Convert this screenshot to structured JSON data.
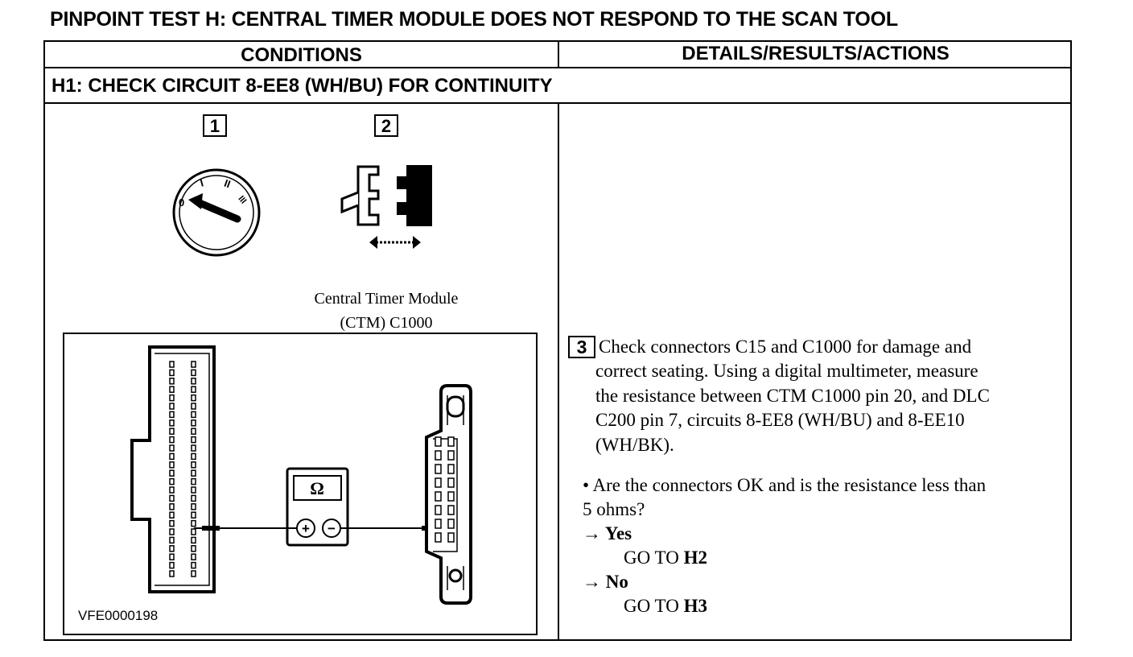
{
  "title": "PINPOINT TEST H: CENTRAL TIMER MODULE DOES NOT RESPOND TO THE SCAN TOOL",
  "table": {
    "conditions_header": "CONDITIONS",
    "details_header": "DETAILS/RESULTS/ACTIONS",
    "step_heading": "H1: CHECK CIRCUIT 8-EE8 (WH/BU) FOR CONTINUITY"
  },
  "figure": {
    "step1_number": "1",
    "step2_number": "2",
    "ignition_labels": [
      "0",
      "I",
      "II",
      "III"
    ],
    "ctm_label_line1": "Central Timer Module",
    "ctm_label_line2": "(CTM) C1000",
    "meter_symbol": "Ω",
    "meter_plus": "+",
    "meter_minus": "−",
    "figure_id": "VFE0000198"
  },
  "details": {
    "step3_number": "3",
    "instruction_lines": [
      "Check connectors C15 and C1000 for damage and",
      "correct seating. Using a digital multimeter, measure",
      "the resistance between CTM C1000 pin 20, and DLC",
      "C200 pin 7, circuits 8-EE8 (WH/BU) and 8-EE10",
      "(WH/BK)."
    ],
    "question_line1": "• Are the connectors OK and is the resistance less than",
    "question_line2": "5 ohms?",
    "yes_label": "→ Yes",
    "yes_action_prefix": "GO TO ",
    "yes_action_target": "H2",
    "no_label": "→ No",
    "no_action_prefix": "GO TO ",
    "no_action_target": "H3"
  }
}
